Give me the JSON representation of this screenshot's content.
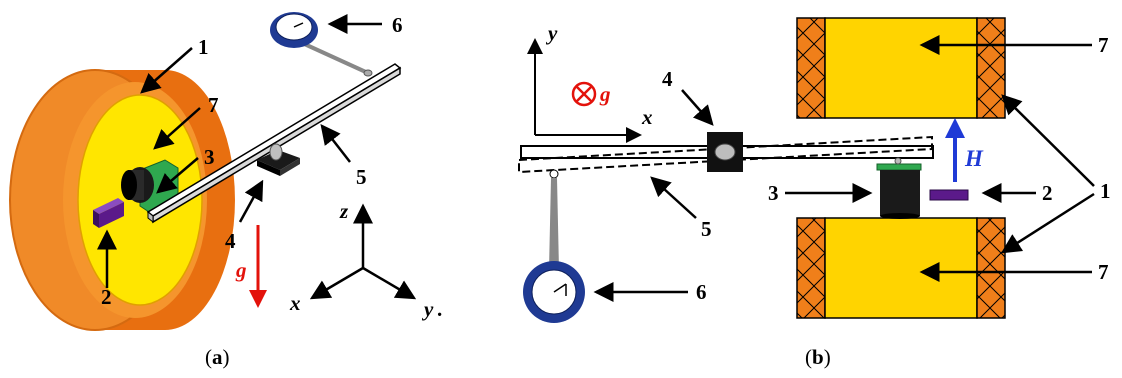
{
  "figure": {
    "panel_a": {
      "caption": {
        "open": "(",
        "letter": "a",
        "close": ")"
      },
      "labels": {
        "l1": "1",
        "l2": "2",
        "l3": "3",
        "l4": "4",
        "l5": "5",
        "l6": "6",
        "l7": "7"
      },
      "axes": {
        "z": "z",
        "x": "x",
        "y": "y",
        "y_suffix": "."
      },
      "gravity": "g",
      "colors": {
        "coil_outer": "#f07f1a",
        "coil_inner": "#ffe000",
        "magnet": "#5b1a8a",
        "sensor_board": "#2fa84f",
        "gauge": "#1f3a93",
        "gravity_arrow": "#e3120b"
      }
    },
    "panel_b": {
      "caption": {
        "open": "(",
        "letter": "b",
        "close": ")"
      },
      "labels": {
        "l1": "1",
        "l2": "2",
        "l3": "3",
        "l4": "4",
        "l5": "5",
        "l6": "6",
        "l7_top": "7",
        "l7_bottom": "7"
      },
      "axes": {
        "y": "y",
        "x": "x"
      },
      "gravity": "g",
      "field": "H",
      "colors": {
        "coil_core": "#ffd400",
        "coil_end": "#f07f1a",
        "field_arrow": "#1f3ad6",
        "gravity_symbol": "#e3120b"
      }
    }
  }
}
